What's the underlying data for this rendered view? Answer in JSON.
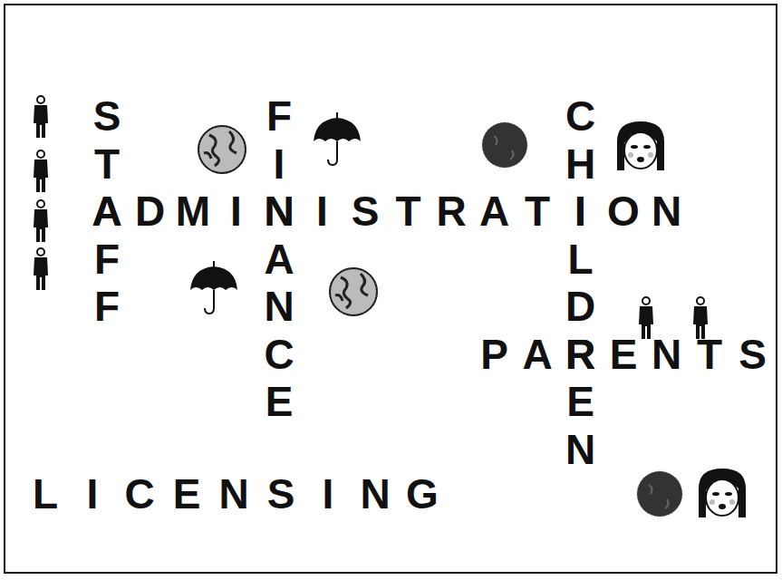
{
  "diagram": {
    "labels": [
      "STAFF",
      "FINANCE",
      "CHILDREN",
      "ADMINISTRATION",
      "PARENTS",
      "LICENSING"
    ]
  }
}
